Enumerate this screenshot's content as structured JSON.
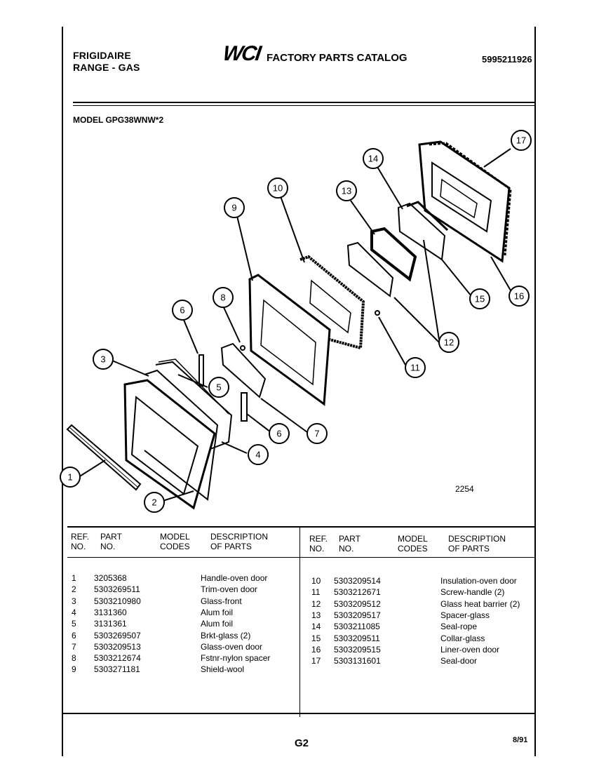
{
  "header": {
    "brand_line1": "FRIGIDAIRE",
    "brand_line2": "RANGE - GAS",
    "logo_text": "WCI",
    "catalog_title": "FACTORY PARTS CATALOG",
    "doc_number": "5995211926"
  },
  "model_label": "MODEL GPG38WNW*2",
  "figure_number": "2254",
  "callouts": [
    "1",
    "2",
    "3",
    "4",
    "5",
    "6",
    "6",
    "7",
    "8",
    "9",
    "10",
    "11",
    "12",
    "13",
    "14",
    "15",
    "16",
    "17"
  ],
  "table": {
    "headers": {
      "ref": [
        "REF.",
        "NO."
      ],
      "part": [
        "PART",
        "NO."
      ],
      "model": [
        "MODEL",
        "CODES"
      ],
      "desc": [
        "DESCRIPTION",
        "OF PARTS"
      ]
    },
    "left_rows": [
      {
        "ref": "1",
        "part": "3205368",
        "desc": "Handle-oven door"
      },
      {
        "ref": "2",
        "part": "5303269511",
        "desc": "Trim-oven door"
      },
      {
        "ref": "3",
        "part": "5303210980",
        "desc": "Glass-front"
      },
      {
        "ref": "4",
        "part": "3131360",
        "desc": "Alum foil"
      },
      {
        "ref": "5",
        "part": "3131361",
        "desc": "Alum foil"
      },
      {
        "ref": "6",
        "part": "5303269507",
        "desc": "Brkt-glass (2)"
      },
      {
        "ref": "7",
        "part": "5303209513",
        "desc": "Glass-oven door"
      },
      {
        "ref": "8",
        "part": "5303212674",
        "desc": "Fstnr-nylon spacer"
      },
      {
        "ref": "9",
        "part": "5303271181",
        "desc": "Shield-wool"
      }
    ],
    "right_rows": [
      {
        "ref": "10",
        "part": "5303209514",
        "desc": "Insulation-oven door"
      },
      {
        "ref": "11",
        "part": "5303212671",
        "desc": "Screw-handle (2)"
      },
      {
        "ref": "12",
        "part": "5303209512",
        "desc": "Glass heat barrier (2)"
      },
      {
        "ref": "13",
        "part": "5303209517",
        "desc": "Spacer-glass"
      },
      {
        "ref": "14",
        "part": "5303211085",
        "desc": "Seal-rope"
      },
      {
        "ref": "15",
        "part": "5303209511",
        "desc": "Collar-glass"
      },
      {
        "ref": "16",
        "part": "5303209515",
        "desc": "Liner-oven door"
      },
      {
        "ref": "17",
        "part": "5303131601",
        "desc": "Seal-door"
      }
    ]
  },
  "footer": {
    "page": "G2",
    "date": "8/91"
  }
}
